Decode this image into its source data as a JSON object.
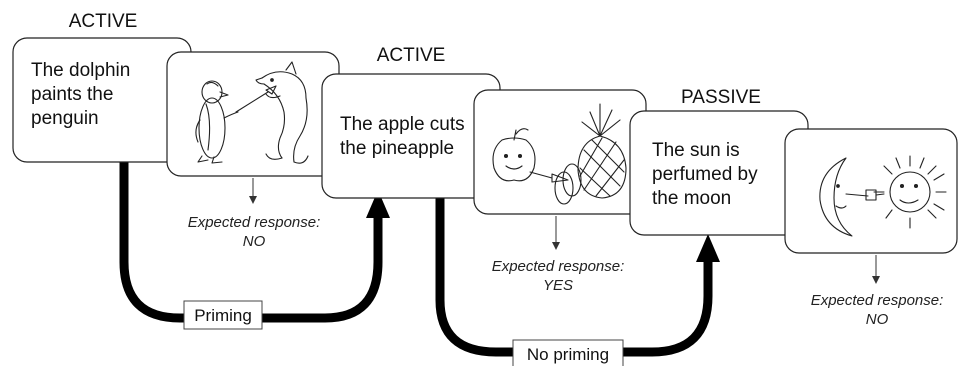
{
  "stages": [
    {
      "id": "stage1",
      "voice": "ACTIVE",
      "sentence_lines": [
        "The dolphin",
        "paints the",
        "penguin"
      ],
      "image_icon": "dolphin-painting-penguin-icon",
      "response_label": "Expected response:",
      "response_value": "NO"
    },
    {
      "id": "stage2",
      "voice": "ACTIVE",
      "sentence_lines": [
        "The apple cuts",
        "the pineapple"
      ],
      "image_icon": "apple-cutting-pineapple-icon",
      "response_label": "Expected response:",
      "response_value": "YES"
    },
    {
      "id": "stage3",
      "voice": "PASSIVE",
      "sentence_lines": [
        "The sun is",
        "perfumed by",
        "the moon"
      ],
      "image_icon": "moon-perfuming-sun-icon",
      "response_label": "Expected response:",
      "response_value": "NO"
    }
  ],
  "transitions": [
    {
      "id": "t1",
      "label": "Priming"
    },
    {
      "id": "t2",
      "label": "No priming"
    }
  ],
  "colors": {
    "ink": "#000000",
    "card_border": "#222222",
    "background": "#ffffff"
  }
}
